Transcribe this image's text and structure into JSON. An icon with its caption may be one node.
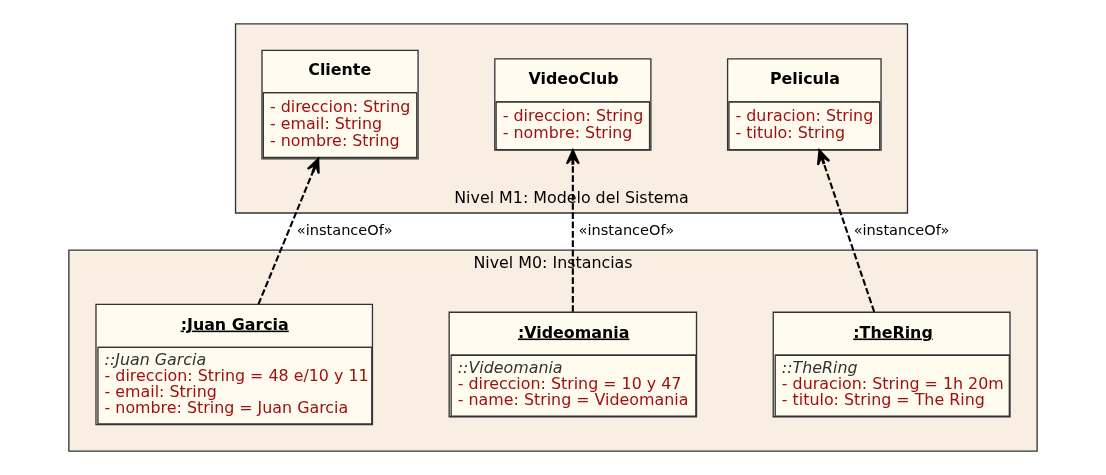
{
  "diagram": {
    "nodes": [
      {
        "text": [
          "Nivel M1: Modelo del Sistema"
        ]
      },
      {
        "text": [
          "Cliente",
          "- direccion: String",
          "- email: String",
          "- nombre: String"
        ],
        "in": 0
      },
      {
        "text": [
          "VideoClub",
          "- direccion: String",
          "- nombre: String"
        ],
        "in": 0
      },
      {
        "text": [
          "Pelicula",
          "- duracion: String",
          "- titulo: String"
        ],
        "in": 0
      },
      {
        "text": [
          "Nivel M0: Instancias"
        ]
      },
      {
        "text": [
          ":Juan Garcia",
          "::Juan Garcia",
          "- direccion: String = 48 e/10 y 11",
          "- email: String",
          "- nombre: String = Juan Garcia"
        ],
        "in": 4
      },
      {
        "text": [
          ":Videomania",
          "::Videomania",
          "- direccion: String = 10 y 47",
          "- name: String = Videomania"
        ],
        "in": 4
      },
      {
        "text": [
          ":TheRing",
          "::TheRing",
          "- duracion: String = 1h 20m",
          "- titulo: String = The Ring"
        ],
        "in": 4
      }
    ],
    "edges": [
      {
        "from": 5,
        "to": 1,
        "arrow": "to",
        "label": "«instanceOf»",
        "style": "dashed"
      },
      {
        "from": 6,
        "to": 2,
        "arrow": "to",
        "label": "«instanceOf»",
        "style": "dashed"
      },
      {
        "from": 7,
        "to": 3,
        "arrow": "to",
        "label": "«instanceOf»",
        "style": "dashed"
      }
    ]
  }
}
